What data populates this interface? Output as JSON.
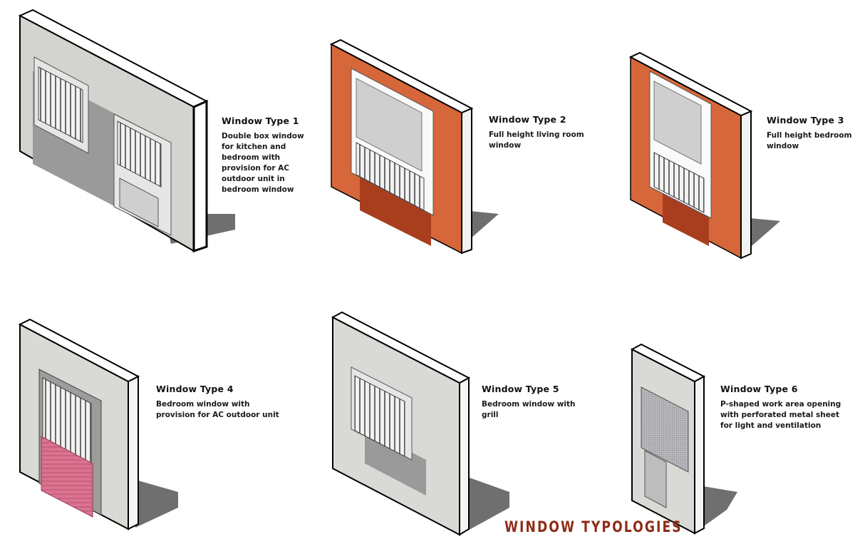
{
  "title": "WINDOW TYPOLOGIES",
  "colors": {
    "title": "#8e2c17",
    "wall_grey": "#d9d9d5",
    "wall_orange": "#d5673b",
    "ac_pink": "#d9738f",
    "shadow": "#6f6f6f"
  },
  "window_types": [
    {
      "title": "Window Type 1",
      "description": "Double box window for kitchen and bedroom with provision for AC outdoor unit in bedroom window"
    },
    {
      "title": "Window Type 2",
      "description": "Full height living room window"
    },
    {
      "title": "Window Type 3",
      "description": "Full height bedroom window"
    },
    {
      "title": "Window Type 4",
      "description": "Bedroom window with provision for AC outdoor unit"
    },
    {
      "title": "Window Type 5",
      "description": "Bedroom window with grill"
    },
    {
      "title": "Window Type 6",
      "description": "P-shaped work area opening with perforated metal sheet for light and ventilation"
    }
  ]
}
